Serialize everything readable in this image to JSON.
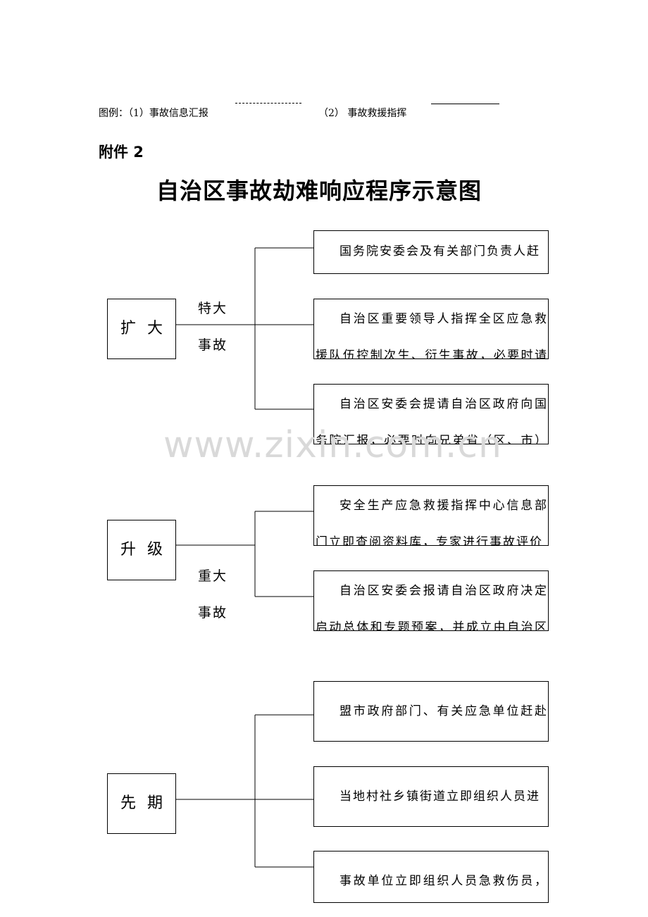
{
  "legend": {
    "item1": "图例：（1）事故信息汇报",
    "item2": "（2）  事故救援指挥"
  },
  "attachment_label": "附件 2",
  "title": "自治区事故劫难响应程序示意图",
  "watermark": "www.zixin.com.cn",
  "groups": [
    {
      "left_label": "扩大",
      "middle_label": "特大事故",
      "boxes": [
        "国务院安委会及有关部门负责人赶",
        "自治区重要领导人指挥全区应急救援队伍控制次生、衍生事故，必要时请驻",
        "自治区安委会提请自治区政府向国务院汇报，必要时向兄弟省（区、市）通"
      ]
    },
    {
      "left_label": "升级",
      "middle_label": "重大事故",
      "boxes": [
        "安全生产应急救援指挥中心信息部门立即查阅资料库，专家进行事故评价",
        "自治区安委会报请自治区政府决定启动总体和专题预案，并成立由自治区领"
      ]
    },
    {
      "left_label": "先期",
      "middle_label": "",
      "boxes": [
        "盟市政府部门、有关应急单位赶赴现",
        "当地村社乡镇街道立即组织人员进",
        "事故单位立即组织人员急救伤员，并"
      ]
    }
  ]
}
